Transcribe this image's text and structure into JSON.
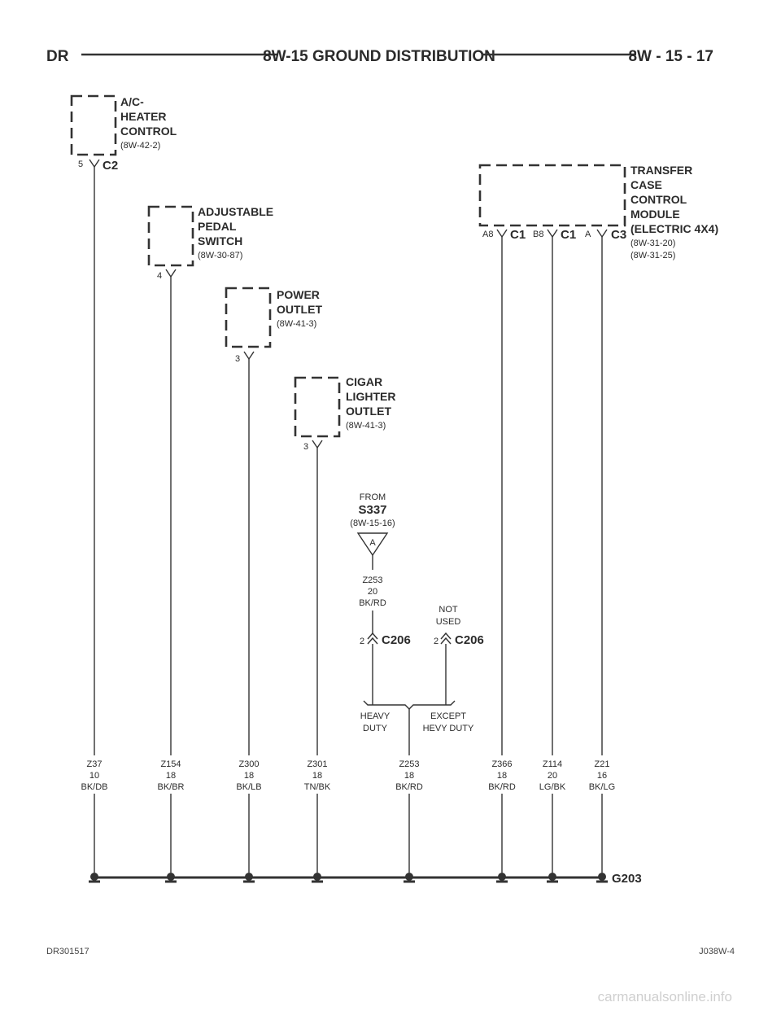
{
  "header": {
    "left": "DR",
    "center": "8W-15 GROUND DISTRIBUTION",
    "right": "8W - 15 - 17"
  },
  "components": {
    "ac_heater": {
      "lines": [
        "A/C-",
        "HEATER",
        "CONTROL"
      ],
      "ref": "(8W-42-2)",
      "pin": "5",
      "connector": "C2"
    },
    "pedal_switch": {
      "lines": [
        "ADJUSTABLE",
        "PEDAL",
        "SWITCH"
      ],
      "ref": "(8W-30-87)",
      "pin": "4"
    },
    "power_outlet": {
      "lines": [
        "POWER",
        "OUTLET"
      ],
      "ref": "(8W-41-3)",
      "pin": "3"
    },
    "cigar_lighter": {
      "lines": [
        "CIGAR",
        "LIGHTER",
        "OUTLET"
      ],
      "ref": "(8W-41-3)",
      "pin": "3"
    },
    "transfer_case": {
      "lines": [
        "TRANSFER",
        "CASE",
        "CONTROL",
        "MODULE",
        "(ELECTRIC 4X4)"
      ],
      "refs": [
        "(8W-31-20)",
        "(8W-31-25)"
      ],
      "pins": [
        {
          "pin": "A8",
          "connector": "C1"
        },
        {
          "pin": "B8",
          "connector": "C1"
        },
        {
          "pin": "A",
          "connector": "C3"
        }
      ]
    }
  },
  "splice_source": {
    "from": "FROM",
    "name": "S337",
    "ref": "(8W-15-16)",
    "letter": "A"
  },
  "splice_wire": [
    "Z253",
    "20",
    "BK/RD"
  ],
  "c206": {
    "left": {
      "pin": "2",
      "name": "C206"
    },
    "right": {
      "pin": "2",
      "name": "C206",
      "note": [
        "NOT",
        "USED"
      ]
    }
  },
  "options": {
    "left": [
      "HEAVY",
      "DUTY"
    ],
    "right": [
      "EXCEPT",
      "HEVY DUTY"
    ]
  },
  "wires": [
    {
      "circuit": "Z37",
      "gauge": "10",
      "color": "BK/DB"
    },
    {
      "circuit": "Z154",
      "gauge": "18",
      "color": "BK/BR"
    },
    {
      "circuit": "Z300",
      "gauge": "18",
      "color": "BK/LB"
    },
    {
      "circuit": "Z301",
      "gauge": "18",
      "color": "TN/BK"
    },
    {
      "circuit": "Z253",
      "gauge": "18",
      "color": "BK/RD"
    },
    {
      "circuit": "Z366",
      "gauge": "18",
      "color": "BK/RD"
    },
    {
      "circuit": "Z114",
      "gauge": "20",
      "color": "LG/BK"
    },
    {
      "circuit": "Z21",
      "gauge": "16",
      "color": "BK/LG"
    }
  ],
  "ground": "G203",
  "footer": {
    "left": "DR301517",
    "right": "J038W-4"
  },
  "watermark": "carmanualsonline.info"
}
